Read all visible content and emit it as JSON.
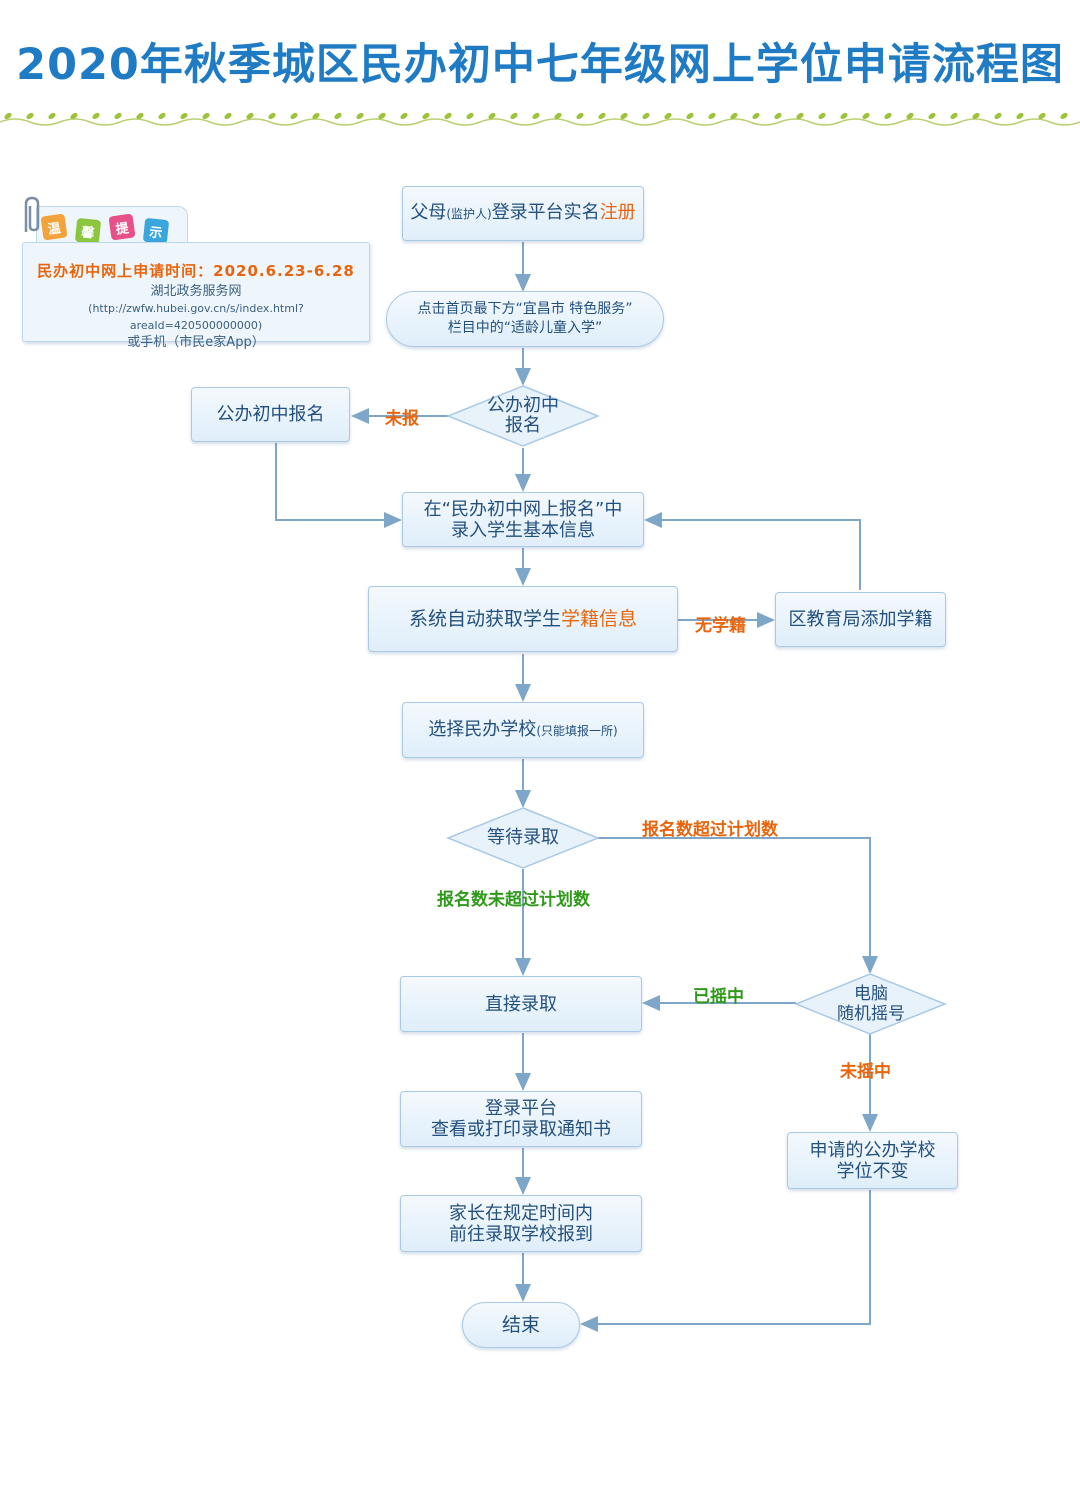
{
  "title": "2020年秋季城区民办初中七年级网上学位申请流程图",
  "tip": {
    "badge_chars": [
      "温",
      "馨",
      "提",
      "示"
    ],
    "badge_colors": [
      "#f2a43a",
      "#8cc63f",
      "#e8508a",
      "#3aa6dc"
    ],
    "time_label": "民办初中网上申请时间：2020.6.23-6.28",
    "site_name": "湖北政务服务网",
    "site_url": "(http://zwfw.hubei.gov.cn/s/index.html?areaId=420500000000)",
    "app_line": "或手机（市民e家App）"
  },
  "nodes": {
    "register_pre": "父母",
    "register_small": "(监护人)",
    "register_mid": "登录平台实名",
    "register_highlight": "注册",
    "click_line1": "点击首页最下方“宜昌市 特色服务”",
    "click_line2": "栏目中的“适龄儿童入学”",
    "public_signup_q_l1": "公办初中",
    "public_signup_q_l2": "报名",
    "public_signup": "公办初中报名",
    "enter_info_l1": "在“民办初中网上报名”中",
    "enter_info_l2": "录入学生基本信息",
    "system_pre": "系统自动获取学生",
    "system_highlight": "学籍信息",
    "add_record": "区教育局添加学籍",
    "choose_school": "选择民办学校",
    "choose_school_small": "(只能填报一所)",
    "wait": "等待录取",
    "lottery_l1": "电脑",
    "lottery_l2": "随机摇号",
    "direct_admit": "直接录取",
    "print_l1": "登录平台",
    "print_l2": "查看或打印录取通知书",
    "public_keep_l1": "申请的公办学校",
    "public_keep_l2": "学位不变",
    "report_l1": "家长在规定时间内",
    "report_l2": "前往录取学校报到",
    "end": "结束"
  },
  "edge_labels": {
    "not_registered": "未报",
    "no_record": "无学籍",
    "over_plan": "报名数超过计划数",
    "within_plan": "报名数未超过计划数",
    "won": "已摇中",
    "not_won": "未摇中"
  },
  "colors": {
    "title": "#1f7cc4",
    "highlight": "#e8650e",
    "green_label": "#2f9a1a",
    "arrow": "#7ea6c8"
  }
}
